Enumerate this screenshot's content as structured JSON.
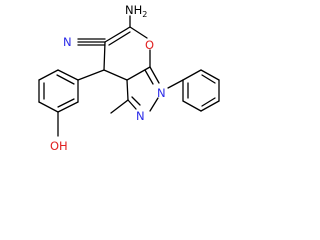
{
  "molecule": {
    "atoms": {
      "amino": {
        "text": "NH",
        "subscript": "2",
        "color": "#000000"
      },
      "nitrile_n": {
        "text": "N",
        "color": "#2a2ae8"
      },
      "ring_o": {
        "text": "O",
        "color": "#e02020"
      },
      "n1": {
        "text": "N",
        "color": "#2a2ae8"
      },
      "n2": {
        "text": "N",
        "color": "#2a2ae8"
      },
      "hydroxyl": {
        "text": "OH",
        "color": "#e02020"
      }
    }
  }
}
